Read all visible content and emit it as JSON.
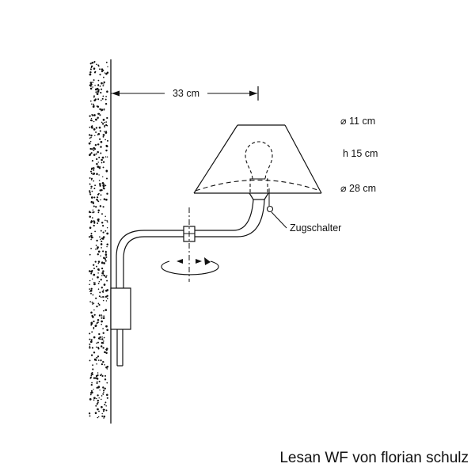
{
  "dimensions": {
    "arm_length": "33 cm",
    "top_diameter": "⌀ 11 cm",
    "height": "h 15 cm",
    "bottom_diameter": "⌀ 28 cm"
  },
  "labels": {
    "pull_switch": "Zugschalter"
  },
  "caption": "Lesan WF von florian schulz"
}
